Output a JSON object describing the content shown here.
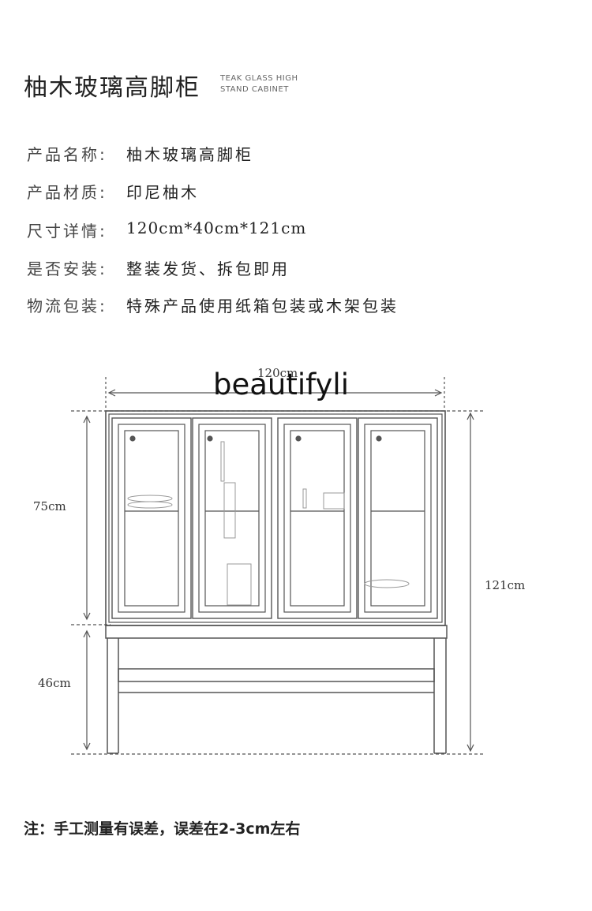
{
  "header": {
    "title_cn": "柚木玻璃高脚柜",
    "title_en_line1": "TEAK GLASS HIGH",
    "title_en_line2": "STAND CABINET"
  },
  "specs": [
    {
      "label": "产品名称:",
      "value": "柚木玻璃高脚柜"
    },
    {
      "label": "产品材质:",
      "value": "印尼柚木"
    },
    {
      "label": "尺寸详情:",
      "value": "120cm*40cm*121cm"
    },
    {
      "label": "是否安装:",
      "value": "整装发货、拆包即用"
    },
    {
      "label": "物流包装:",
      "value": "特殊产品使用纸箱包装或木架包装"
    }
  ],
  "dimensions": {
    "width": "120cm",
    "upper_height": "75cm",
    "lower_height": "46cm",
    "total_height": "121cm"
  },
  "watermark": "beautifyli",
  "note": "注：手工测量有误差，误差在2-3cm左右"
}
